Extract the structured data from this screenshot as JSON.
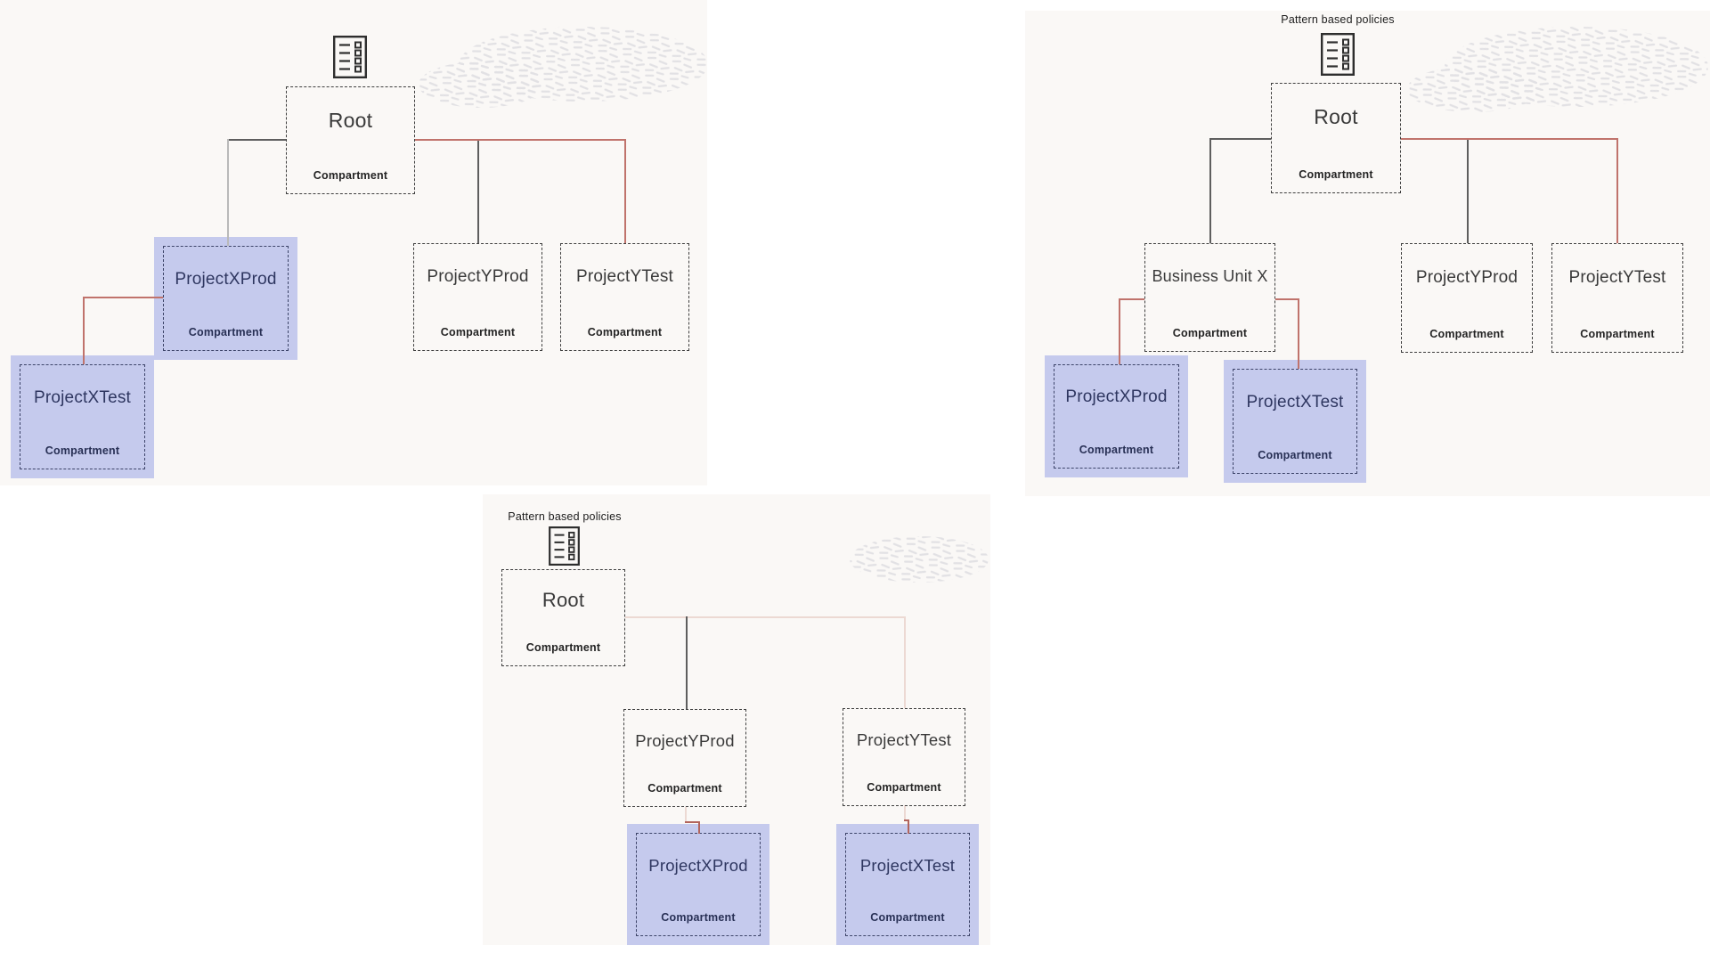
{
  "labels": {
    "compartment": "Compartment",
    "root": "Root",
    "project_x_prod": "ProjectXProd",
    "project_x_test": "ProjectXTest",
    "project_y_prod": "ProjectYProd",
    "project_y_test": "ProjectYTest",
    "business_unit_x": "Business Unit X"
  },
  "colors": {
    "diagram_background": "#faf8f6",
    "highlight_fill": "#c5caed",
    "highlight_border": "#3d4469",
    "highlight_text": "#2e3660",
    "node_border": "#3e3e3e",
    "node_text": "#3a3a3a",
    "connector_gray": "#5e5e5e",
    "connector_light_gray": "#b9b9b9",
    "connector_red": "#c0736c",
    "connector_pale_red": "#ecd9d3",
    "texture_gray": "#cfcfd6"
  },
  "diagram1": {
    "icon": "policy-list-icon",
    "nodes": {
      "root": {
        "label": "Root",
        "type": "Compartment",
        "highlighted": false
      },
      "project_x_prod": {
        "label": "ProjectXProd",
        "type": "Compartment",
        "highlighted": true
      },
      "project_x_test": {
        "label": "ProjectXTest",
        "type": "Compartment",
        "highlighted": true
      },
      "project_y_prod": {
        "label": "ProjectYProd",
        "type": "Compartment",
        "highlighted": false
      },
      "project_y_test": {
        "label": "ProjectYTest",
        "type": "Compartment",
        "highlighted": false
      }
    }
  },
  "diagram2": {
    "title": "Pattern based policies",
    "icon": "policy-list-icon",
    "nodes": {
      "root": {
        "label": "Root",
        "type": "Compartment",
        "highlighted": false
      },
      "business_unit_x": {
        "label": "Business Unit X",
        "type": "Compartment",
        "highlighted": false
      },
      "project_y_prod": {
        "label": "ProjectYProd",
        "type": "Compartment",
        "highlighted": false
      },
      "project_y_test": {
        "label": "ProjectYTest",
        "type": "Compartment",
        "highlighted": false
      },
      "project_x_prod": {
        "label": "ProjectXProd",
        "type": "Compartment",
        "highlighted": true
      },
      "project_x_test": {
        "label": "ProjectXTest",
        "type": "Compartment",
        "highlighted": true
      }
    }
  },
  "diagram3": {
    "title": "Pattern based policies",
    "icon": "policy-list-icon",
    "nodes": {
      "root": {
        "label": "Root",
        "type": "Compartment",
        "highlighted": false
      },
      "project_y_prod": {
        "label": "ProjectYProd",
        "type": "Compartment",
        "highlighted": false
      },
      "project_y_test": {
        "label": "ProjectYTest",
        "type": "Compartment",
        "highlighted": false
      },
      "project_x_prod": {
        "label": "ProjectXProd",
        "type": "Compartment",
        "highlighted": true
      },
      "project_x_test": {
        "label": "ProjectXTest",
        "type": "Compartment",
        "highlighted": true
      }
    }
  }
}
